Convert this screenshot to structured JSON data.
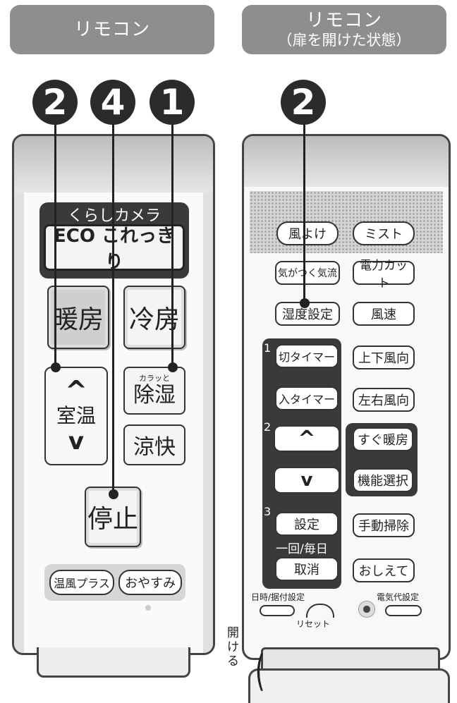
{
  "titles": {
    "left": "リモコン",
    "right_line1": "リモコン",
    "right_line2": "（扉を開けた状態）"
  },
  "step_numbers": {
    "left_a": "2",
    "left_b": "4",
    "left_c": "1",
    "right": "2"
  },
  "left_remote": {
    "camera_label": "くらしカメラ",
    "eco_button": "ECO これっきり",
    "heat": "暖房",
    "cool": "冷房",
    "temp_up": "^",
    "temp_label": "室温",
    "temp_down": "v",
    "dehumid_small": "カラッと",
    "dehumid": "除湿",
    "ryokai": "涼快",
    "stop": "停止",
    "onpu_plus": "温風プラス",
    "oyasumi": "おやすみ"
  },
  "right_remote": {
    "buttons_row1": [
      "風よけ",
      "ミスト"
    ],
    "buttons_row2": [
      "気がつく気流",
      "電力カット"
    ],
    "buttons_row3": [
      "湿度設定",
      "風速"
    ],
    "timer_off": "切タイマー",
    "timer_on": "入タイマー",
    "updown": "上下風向",
    "leftright": "左右風向",
    "up_arrow": "^",
    "down_arrow": "v",
    "quick_heat": "すぐ暖房",
    "func_select": "機能選択",
    "setting": "設定",
    "manual_clean": "手動掃除",
    "once_daily": "一回/毎日",
    "cancel": "取消",
    "oshiete": "おしえて",
    "date_setting": "日時/据付設定",
    "reset": "リセット",
    "power_cost": "電気代設定",
    "step_labels": [
      "1",
      "2",
      "3"
    ],
    "open_label": "開ける"
  }
}
